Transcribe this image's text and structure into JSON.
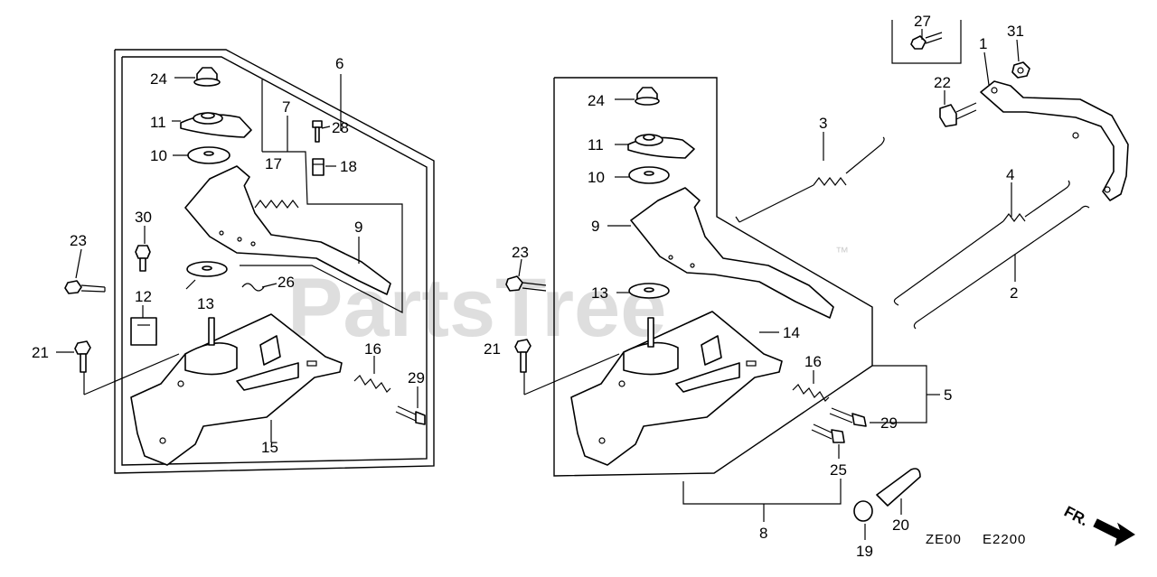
{
  "watermark": {
    "text": "PartsTree",
    "trademark": "™"
  },
  "left_group": {
    "labels": {
      "p24": "24",
      "p11": "11",
      "p10": "10",
      "p6": "6",
      "p7": "7",
      "p28": "28",
      "p18": "18",
      "p17": "17",
      "p9": "9",
      "p26": "26",
      "p30": "30",
      "p23": "23",
      "p12": "12",
      "p13": "13",
      "p21": "21",
      "p16": "16",
      "p29": "29",
      "p15": "15"
    }
  },
  "right_group": {
    "labels": {
      "p24": "24",
      "p11": "11",
      "p10": "10",
      "p9": "9",
      "p3": "3",
      "p27": "27",
      "p31": "31",
      "p1": "1",
      "p22": "22",
      "p4": "4",
      "p2": "2",
      "p23": "23",
      "p13": "13",
      "p21": "21",
      "p14": "14",
      "p16": "16",
      "p5": "5",
      "p29": "29",
      "p25": "25",
      "p8": "8",
      "p20": "20",
      "p19": "19"
    }
  },
  "front_arrow": {
    "label": "FR."
  },
  "diagram_code": {
    "code1": "ZE00",
    "code2": "E2200"
  }
}
